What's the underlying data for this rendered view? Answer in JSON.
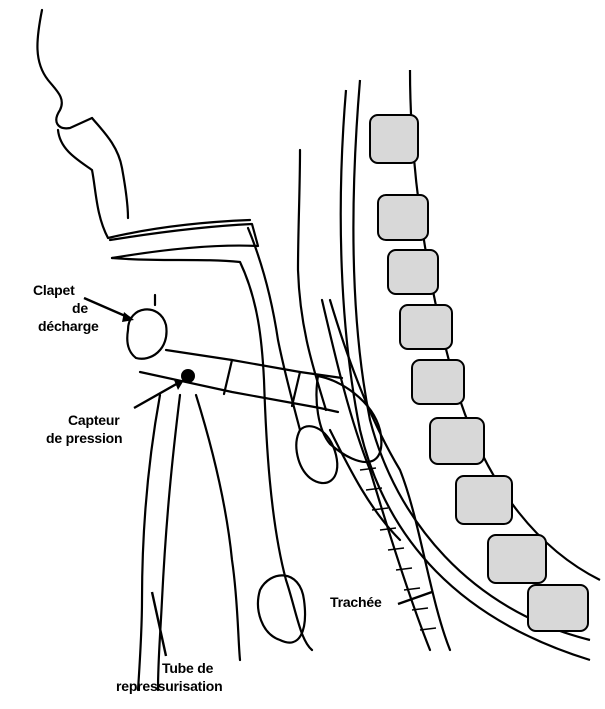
{
  "labels": {
    "clapet": [
      "Clapet",
      "de",
      "décharge"
    ],
    "capteur": [
      "Capteur",
      "de pression"
    ],
    "trachee": "Trachée",
    "tube": [
      "Tube de",
      "repressurisation"
    ]
  }
}
